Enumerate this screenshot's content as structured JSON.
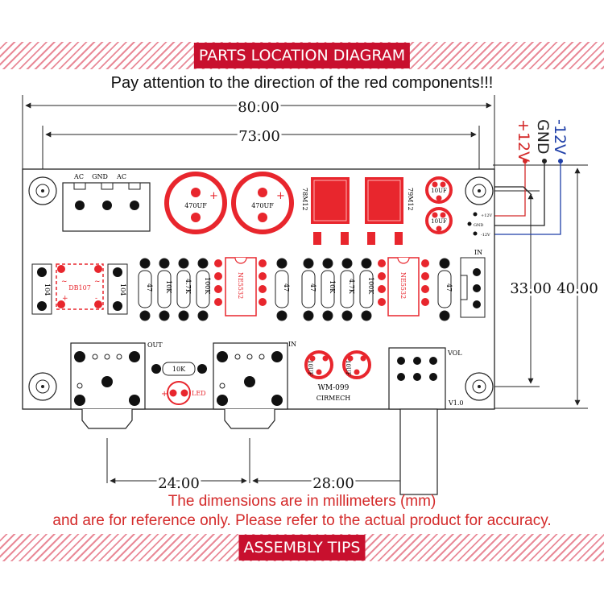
{
  "header": {
    "title": "PARTS LOCATION DIAGRAM"
  },
  "notice": "Pay attention to the direction of the red components!!!",
  "dimensions": {
    "width_outer": "80.00",
    "width_holes": "73.00",
    "height_holes": "33.00",
    "height_outer": "40.00",
    "jack_spacing": "24.00",
    "jack_to_pot": "28.00"
  },
  "power": {
    "plus12": "+12V",
    "gnd": "GND",
    "minus12": "-12V"
  },
  "power_small": {
    "plus12": "+12V",
    "gnd": "GND",
    "minus12": "-12V"
  },
  "board": {
    "ac1": "AC",
    "gnd": "GND",
    "ac2": "AC",
    "cap_left": "470UF",
    "cap_right": "470UF",
    "reg_left": "78M12",
    "reg_right": "79M12",
    "cap_small_top": "10UF",
    "cap_small_bottom": "10UF",
    "rect_cap_left": "104",
    "rect_cap_right": "104",
    "bridge": "DB107",
    "opamp_left": "NE5532",
    "opamp_right": "NE5532",
    "res_a": "47",
    "res_b": "10K",
    "res_c": "4.7K",
    "res_d": "100K",
    "res_e": "47",
    "res_f": "47",
    "res_g": "10K",
    "res_h": "4.7K",
    "res_i": "100K",
    "res_j": "47",
    "out_label": "OUT",
    "in_label": "IN",
    "in_header": "IN",
    "led_res": "10K",
    "led": "LED",
    "cap_bot1": "10UF",
    "cap_bot2": "10UF",
    "model": "WM-099",
    "brand": "CIRMECH",
    "vol": "VOL",
    "version": "V1.0"
  },
  "footer": {
    "line1": "The dimensions are in millimeters (mm)",
    "line2": "and are for reference only. Please refer to the actual product for accuracy.",
    "tips": "ASSEMBLY TIPS"
  },
  "colors": {
    "accent": "#c8102e",
    "component_red": "#e8262d",
    "blue": "#1f3fa8",
    "hatch": "#e98a98"
  }
}
